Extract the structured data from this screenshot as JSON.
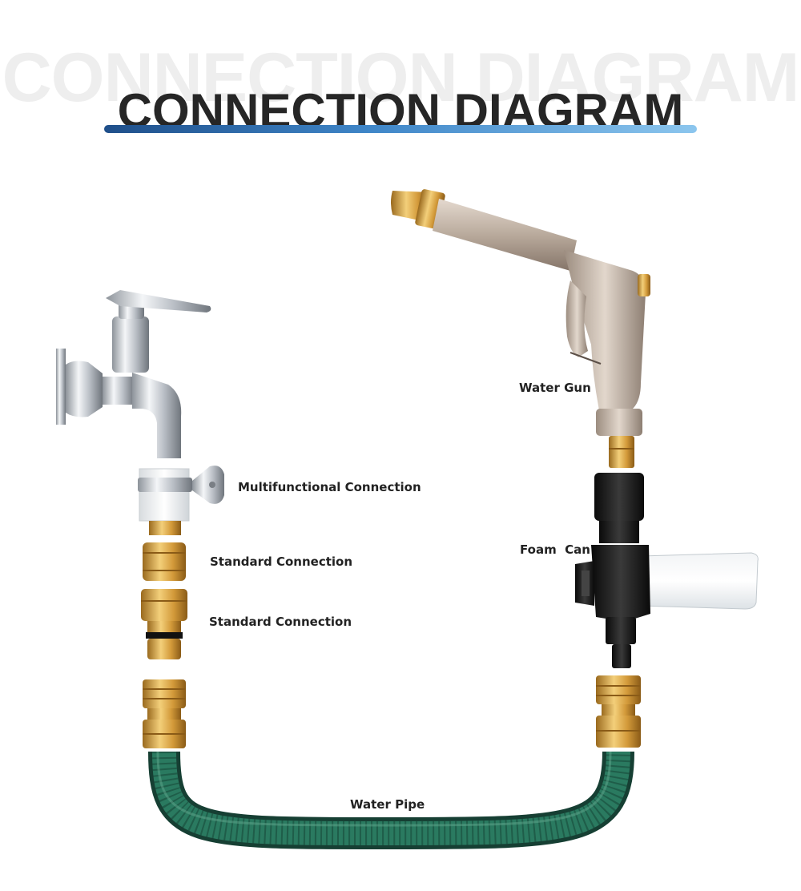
{
  "title": "CONNECTION DIAGRAM",
  "labels": {
    "water_gun": "Water Gun",
    "multifunctional": "Multifunctional Connection",
    "foam_can": "Foam  Can",
    "standard_1": "Standard Connection",
    "standard_2": "Standard Connection",
    "water_pipe": "Water Pipe"
  },
  "colors": {
    "title": "#262626",
    "underline_start": "#1f4f8a",
    "underline_end": "#8cc6ee",
    "brass": "#d9a441",
    "hose": "#1f5e4a",
    "chrome": "#c8ccd2"
  }
}
